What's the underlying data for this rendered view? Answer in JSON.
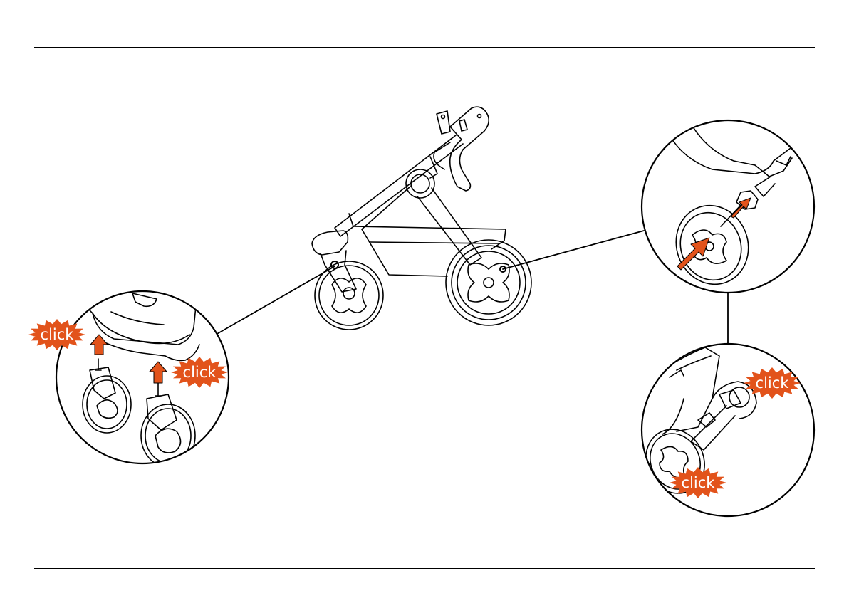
{
  "page": {
    "accent_color": "#e2531b",
    "line_color": "#000000"
  },
  "callouts": {
    "front_left": [
      "click",
      "click"
    ],
    "rear_right_bottom": [
      "click",
      "click"
    ]
  },
  "icons": [
    "click-burst-icon",
    "up-arrow-icon",
    "push-arrow-icon"
  ]
}
